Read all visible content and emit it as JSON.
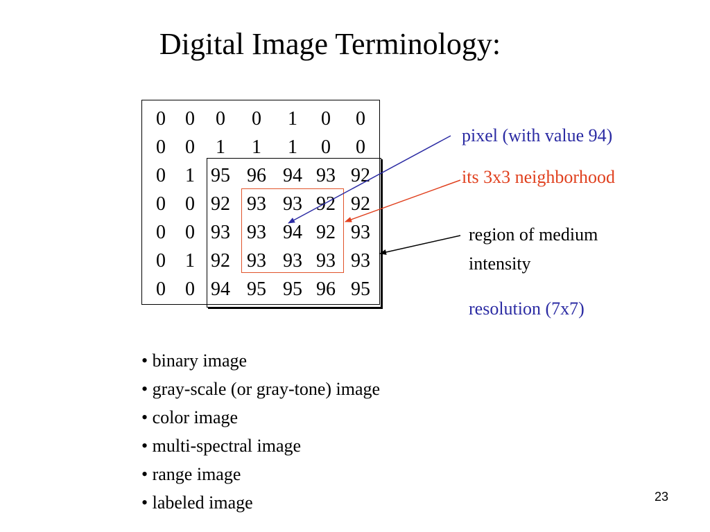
{
  "slide": {
    "title": "Digital Image Terminology:",
    "page_number": "23"
  },
  "matrix": {
    "rows": [
      [
        "0",
        "0",
        "0",
        "0",
        "1",
        "0",
        "0"
      ],
      [
        "0",
        "0",
        "1",
        "1",
        "1",
        "0",
        "0"
      ],
      [
        "0",
        "1",
        "95",
        "96",
        "94",
        "93",
        "92"
      ],
      [
        "0",
        "0",
        "92",
        "93",
        "93",
        "92",
        "92"
      ],
      [
        "0",
        "0",
        "93",
        "93",
        "94",
        "92",
        "93"
      ],
      [
        "0",
        "1",
        "92",
        "93",
        "93",
        "93",
        "93"
      ],
      [
        "0",
        "0",
        "94",
        "95",
        "95",
        "96",
        "95"
      ]
    ]
  },
  "annotations": {
    "pixel": "pixel (with value 94)",
    "neighborhood": "its 3x3 neighborhood",
    "region_line1": "region of medium",
    "region_line2": "intensity",
    "resolution": "resolution (7x7)"
  },
  "colors": {
    "blue_annotation": "#2b2ba3",
    "red_annotation": "#e0401e",
    "neighborhood_box": "#e0532a"
  },
  "bullets": [
    "binary image",
    "gray-scale (or gray-tone) image",
    "color image",
    "multi-spectral image",
    "range image",
    "labeled image"
  ]
}
